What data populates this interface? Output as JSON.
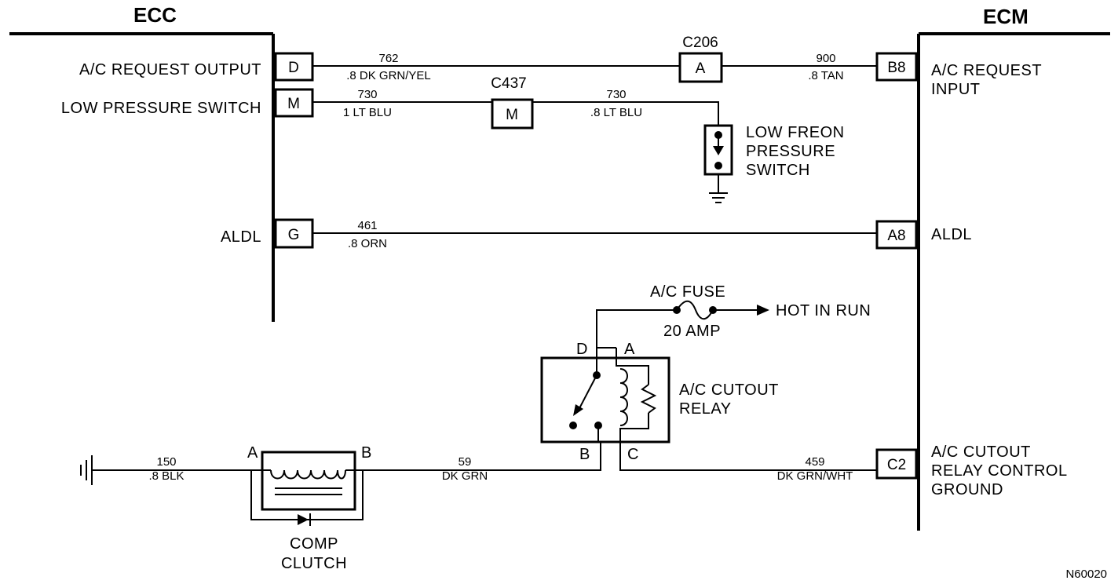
{
  "modules": {
    "ecc": "ECC",
    "ecm": "ECM"
  },
  "ecc_labels": {
    "ac_request_output": "A/C REQUEST OUTPUT",
    "low_pressure_switch": "LOW PRESSURE SWITCH",
    "aldl": "ALDL"
  },
  "ecm_labels": {
    "ac_request_input": [
      "A/C REQUEST",
      "INPUT"
    ],
    "aldl": "ALDL",
    "cutout_relay_control_ground": [
      "A/C CUTOUT",
      "RELAY CONTROL",
      "GROUND"
    ]
  },
  "pins": {
    "ecc_d": "D",
    "ecc_m": "M",
    "ecc_g": "G",
    "c206_a": "A",
    "c437_m": "M",
    "ecm_b8": "B8",
    "ecm_a8": "A8",
    "ecm_c2": "C2"
  },
  "connectors": {
    "c206": "C206",
    "c437": "C437"
  },
  "wires": {
    "w762": {
      "circuit": "762",
      "spec": ".8 DK GRN/YEL"
    },
    "w900": {
      "circuit": "900",
      "spec": ".8 TAN"
    },
    "w730a": {
      "circuit": "730",
      "spec": "1 LT BLU"
    },
    "w730b": {
      "circuit": "730",
      "spec": ".8 LT BLU"
    },
    "w461": {
      "circuit": "461",
      "spec": ".8 ORN"
    },
    "w150": {
      "circuit": "150",
      "spec": ".8 BLK"
    },
    "w59": {
      "circuit": "59",
      "spec": "DK GRN"
    },
    "w459": {
      "circuit": "459",
      "spec": "DK GRN/WHT"
    }
  },
  "components": {
    "low_freon_switch": [
      "LOW FREON",
      "PRESSURE",
      "SWITCH"
    ],
    "ac_fuse": "A/C FUSE",
    "fuse_rating": "20 AMP",
    "hot_in_run": "HOT IN RUN",
    "cutout_relay": [
      "A/C CUTOUT",
      "RELAY"
    ],
    "comp_clutch": [
      "COMP",
      "CLUTCH"
    ]
  },
  "terminals": {
    "relay_d": "D",
    "relay_a": "A",
    "relay_b": "B",
    "relay_c": "C",
    "clutch_a": "A",
    "clutch_b": "B"
  },
  "figure_id": "N60020"
}
